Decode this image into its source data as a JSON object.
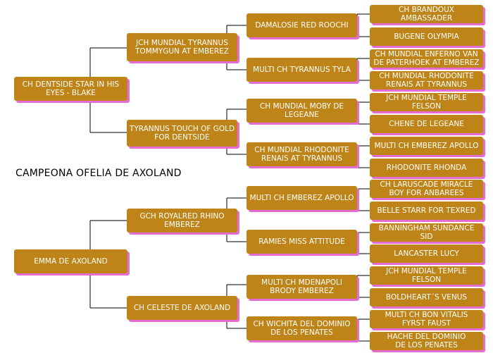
{
  "title": "CAMPEONA OFELIA DE AXOLAND",
  "sire": {
    "name": "CH DENTSIDE STAR IN HIS\nEYES - BLAKE",
    "sire": {
      "name": "JCH MUNDIAL TYRANNUS\nTOMMYGUN AT EMBEREZ",
      "sire": {
        "name": "DAMALOSIE RED ROOCHI",
        "sire": "CH BRANDOUX AMBASSADER",
        "dam": "BUGENE OLYMPIA"
      },
      "dam": {
        "name": "MULTI CH TYRANNUS TYLA",
        "sire": "CH MUNDIAL ENFERNO VAN\nDE PATERHOEK AT EMBEREZ",
        "dam": "CH MUNDIAL RHODONITE\nRENAIS AT TYRANNUS"
      }
    },
    "dam": {
      "name": "TYRANNUS TOUCH OF GOLD\nFOR DENTSIDE",
      "sire": {
        "name": "CH MUNDIAL MOBY DE\nLEGEANE",
        "sire": "JCH MUNDIAL TEMPLE FELSON",
        "dam": "CHENE DE LEGEANE"
      },
      "dam": {
        "name": "CH MUNDIAL RHODONITE\nRENAIS AT TYRANNUS",
        "sire": "MULTI CH EMBEREZ APOLLO",
        "dam": "RHODONITE RHONDA"
      }
    }
  },
  "dam": {
    "name": "EMMA DE AXOLAND",
    "sire": {
      "name": "GCH ROYALRED RHINO\nEMBEREZ",
      "sire": {
        "name": "MULTI CH EMBEREZ APOLLO",
        "sire": "CH LARUSCADE MIRACLE\nBOY FOR ANBAREES",
        "dam": "BELLE STARR FOR TEXRED"
      },
      "dam": {
        "name": "RAMIES MISS ATTITUDE",
        "sire": "BANNINGHAM SUNDANCE SID",
        "dam": "LANCASTER LUCY"
      }
    },
    "dam": {
      "name": "CH CELESTE DE AXOLAND",
      "sire": {
        "name": "MULTI CH MDENAPOLI\nBRODY EMBEREZ",
        "sire": "JCH MUNDIAL TEMPLE FELSON",
        "dam": "BOLDHEART´S VENUS"
      },
      "dam": {
        "name": "CH WICHITA DEL DOMINIO\nDE LOS PENATES",
        "sire": "MULTI CH BON VITALIS\nFYRST FAUST",
        "dam": "HACHE DEL DOMINIO\nDE LOS PENATES"
      }
    }
  }
}
